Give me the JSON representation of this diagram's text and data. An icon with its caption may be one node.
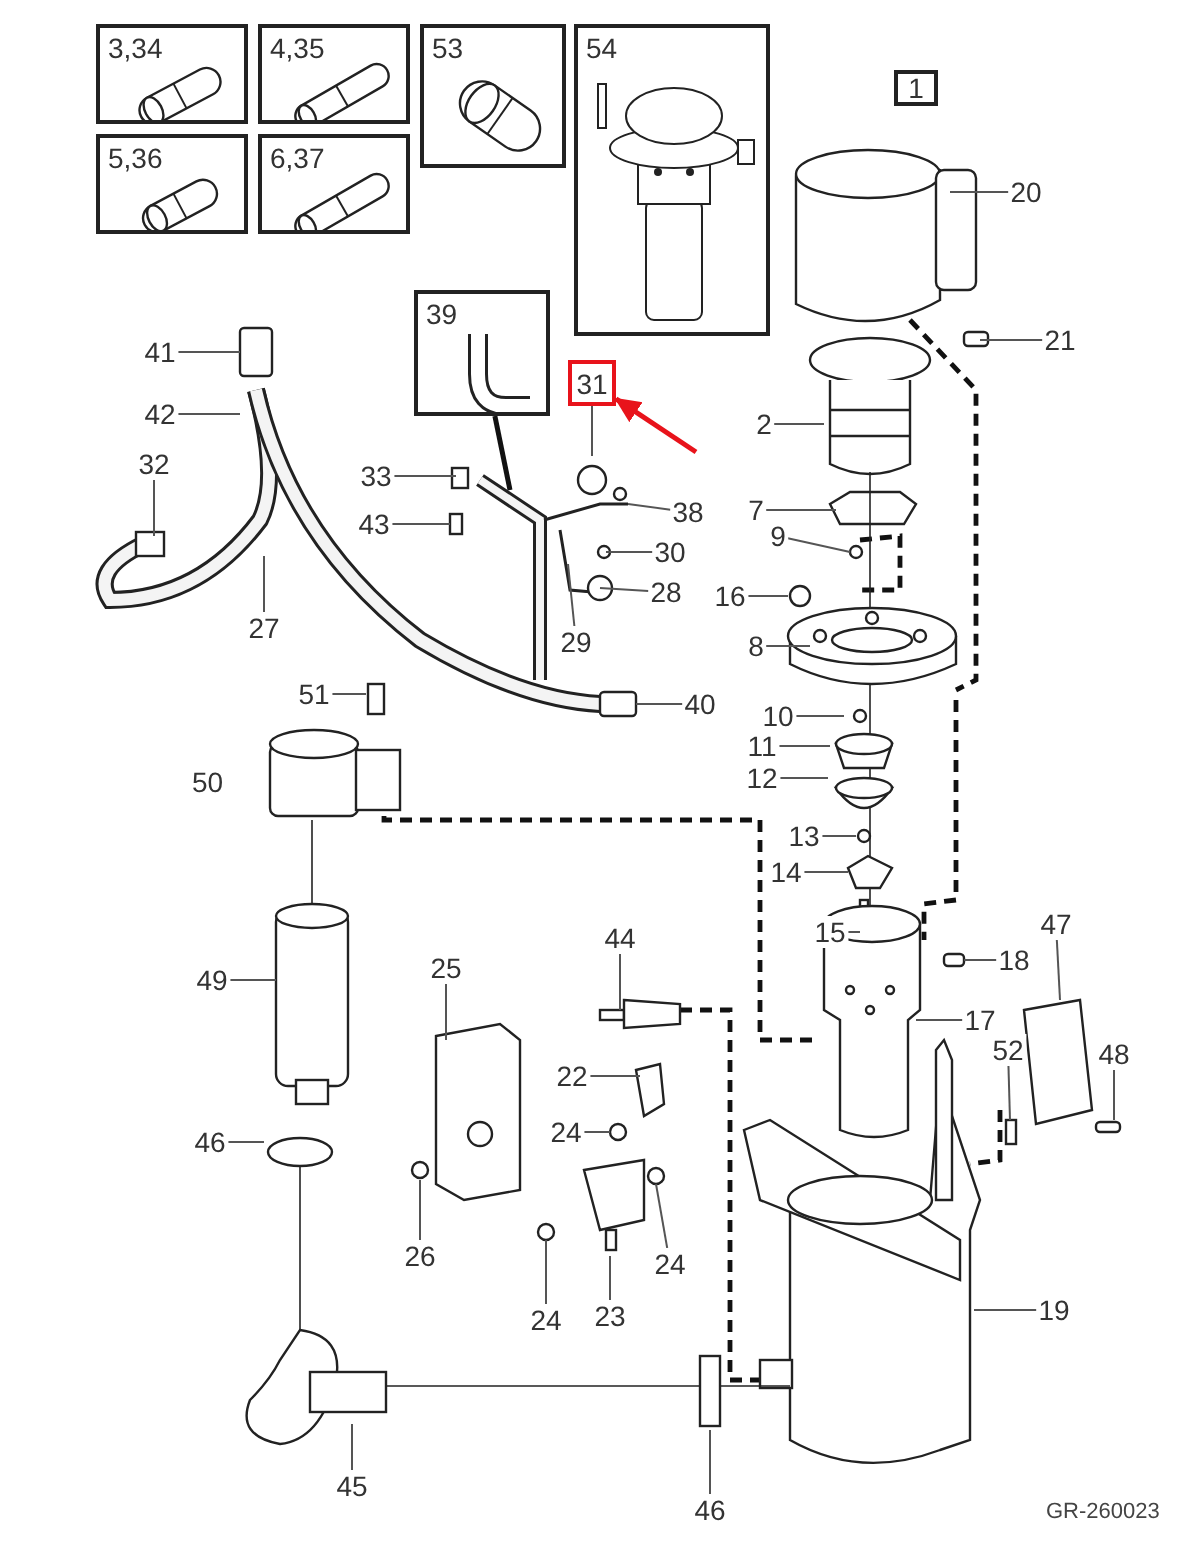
{
  "diagram": {
    "nodes": [
      {
        "text": [
          "3,34"
        ]
      },
      {
        "text": [
          "4,35"
        ]
      },
      {
        "text": [
          "53"
        ]
      },
      {
        "text": [
          "54"
        ]
      },
      {
        "text": [
          "5,36"
        ]
      },
      {
        "text": [
          "6,37"
        ]
      },
      {
        "text": [
          "1"
        ]
      },
      {
        "text": [
          "20"
        ]
      },
      {
        "text": [
          "21"
        ]
      },
      {
        "text": [
          "39"
        ]
      },
      {
        "text": [
          "31"
        ]
      },
      {
        "text": [
          "41"
        ]
      },
      {
        "text": [
          "2"
        ]
      },
      {
        "text": [
          "42"
        ]
      },
      {
        "text": [
          "32"
        ]
      },
      {
        "text": [
          "33"
        ]
      },
      {
        "text": [
          "7"
        ]
      },
      {
        "text": [
          "43"
        ]
      },
      {
        "text": [
          "38"
        ]
      },
      {
        "text": [
          "9"
        ]
      },
      {
        "text": [
          "30"
        ]
      },
      {
        "text": [
          "16"
        ]
      },
      {
        "text": [
          "28"
        ]
      },
      {
        "text": [
          "27"
        ]
      },
      {
        "text": [
          "8"
        ]
      },
      {
        "text": [
          "29"
        ]
      },
      {
        "text": [
          "40"
        ]
      },
      {
        "text": [
          "51"
        ]
      },
      {
        "text": [
          "10"
        ]
      },
      {
        "text": [
          "11"
        ]
      },
      {
        "text": [
          "12"
        ]
      },
      {
        "text": [
          "13"
        ]
      },
      {
        "text": [
          "14"
        ]
      },
      {
        "text": [
          "15"
        ]
      },
      {
        "text": [
          "44"
        ]
      },
      {
        "text": [
          "47"
        ]
      },
      {
        "text": [
          "25"
        ]
      },
      {
        "text": [
          "18"
        ]
      },
      {
        "text": [
          "17"
        ]
      },
      {
        "text": [
          "49"
        ]
      },
      {
        "text": [
          "52"
        ]
      },
      {
        "text": [
          "48"
        ]
      },
      {
        "text": [
          "22"
        ]
      },
      {
        "text": [
          "24"
        ]
      },
      {
        "text": [
          "46"
        ]
      },
      {
        "text": [
          "26"
        ]
      },
      {
        "text": [
          "24"
        ]
      },
      {
        "text": [
          "23"
        ]
      },
      {
        "text": [
          "24"
        ]
      },
      {
        "text": [
          "19"
        ]
      },
      {
        "text": [
          "45"
        ]
      },
      {
        "text": [
          "46"
        ]
      }
    ],
    "edges": [
      {
        "from": 7,
        "to": null,
        "arrow": "none"
      },
      {
        "from": 8,
        "to": null,
        "arrow": "none"
      },
      {
        "from": 9,
        "to": null,
        "arrow": "none",
        "style": "thick"
      },
      {
        "from": 10,
        "to": null,
        "arrow": "none"
      },
      {
        "from": 11,
        "to": null,
        "arrow": "none"
      },
      {
        "from": 12,
        "to": null,
        "arrow": "none"
      },
      {
        "from": 13,
        "to": null,
        "arrow": "none"
      },
      {
        "from": 14,
        "to": null,
        "arrow": "none"
      },
      {
        "from": 15,
        "to": null,
        "arrow": "none"
      },
      {
        "from": 16,
        "to": null,
        "arrow": "none"
      },
      {
        "from": 17,
        "to": null,
        "arrow": "none"
      },
      {
        "from": 18,
        "to": null,
        "arrow": "none"
      },
      {
        "from": 19,
        "to": null,
        "arrow": "none"
      },
      {
        "from": 20,
        "to": null,
        "arrow": "none"
      },
      {
        "from": 21,
        "to": null,
        "arrow": "none"
      },
      {
        "from": 22,
        "to": null,
        "arrow": "none"
      },
      {
        "from": 23,
        "to": null,
        "arrow": "none"
      },
      {
        "from": 24,
        "to": null,
        "arrow": "none"
      },
      {
        "from": 25,
        "to": null,
        "arrow": "none"
      },
      {
        "from": 26,
        "to": null,
        "arrow": "none"
      },
      {
        "from": 27,
        "to": null,
        "arrow": "none"
      },
      {
        "from": 28,
        "to": null,
        "arrow": "none"
      },
      {
        "from": 29,
        "to": null,
        "arrow": "none"
      },
      {
        "from": 30,
        "to": null,
        "arrow": "none"
      },
      {
        "from": 31,
        "to": null,
        "arrow": "none"
      },
      {
        "from": 32,
        "to": null,
        "arrow": "none"
      },
      {
        "from": 33,
        "to": null,
        "arrow": "none"
      },
      {
        "from": 34,
        "to": null,
        "arrow": "none"
      },
      {
        "from": 35,
        "to": null,
        "arrow": "none"
      },
      {
        "from": 36,
        "to": null,
        "arrow": "none"
      },
      {
        "from": 37,
        "to": null,
        "arrow": "none"
      },
      {
        "from": 38,
        "to": null,
        "arrow": "none"
      },
      {
        "from": 39,
        "to": null,
        "arrow": "none"
      },
      {
        "from": 40,
        "to": null,
        "arrow": "none"
      },
      {
        "from": 41,
        "to": null,
        "arrow": "none"
      },
      {
        "from": 42,
        "to": null,
        "arrow": "none"
      },
      {
        "from": 43,
        "to": null,
        "arrow": "none"
      },
      {
        "from": 44,
        "to": null,
        "arrow": "none"
      },
      {
        "from": 45,
        "to": null,
        "arrow": "none"
      },
      {
        "from": 46,
        "to": null,
        "arrow": "none"
      },
      {
        "from": 47,
        "to": null,
        "arrow": "none"
      },
      {
        "from": 48,
        "to": null,
        "arrow": "none"
      },
      {
        "from": 49,
        "to": null,
        "arrow": "none"
      },
      {
        "from": 50,
        "to": null,
        "arrow": "none"
      },
      {
        "from": 51,
        "to": null,
        "arrow": "none"
      },
      {
        "from": null,
        "to": 10,
        "arrow": "to",
        "style": "thick",
        "color": "#e8131b"
      }
    ],
    "labels": [
      "50",
      "GR-260023"
    ]
  }
}
